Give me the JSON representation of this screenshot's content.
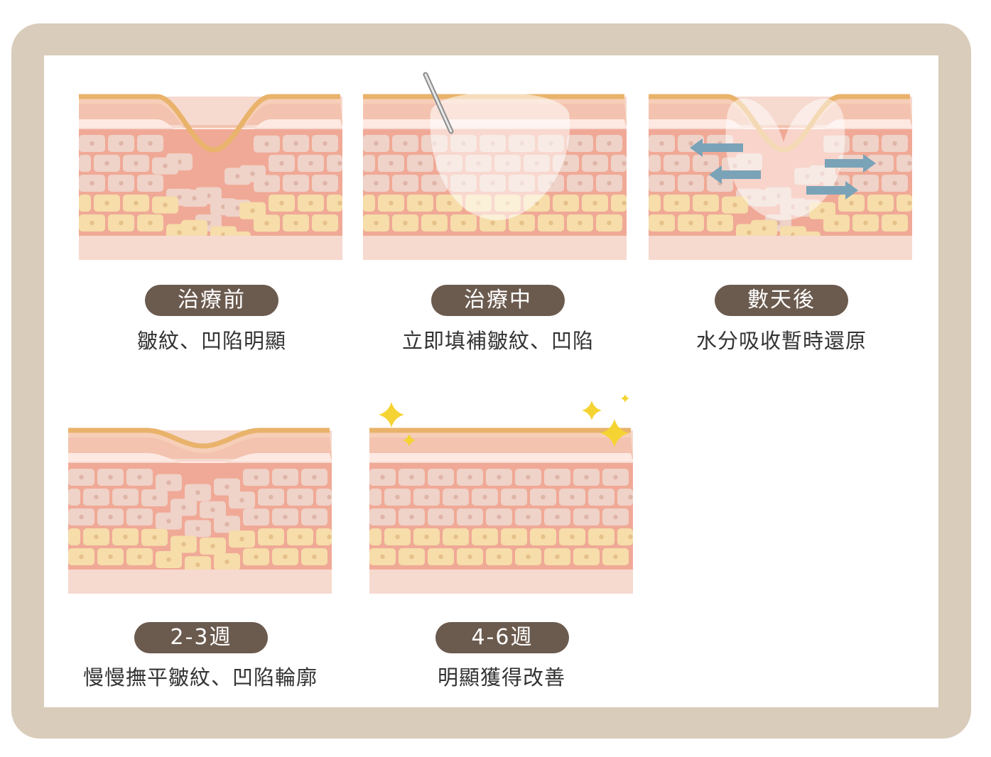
{
  "colors": {
    "frame": "#d9ccba",
    "pill": "#6b5a4e",
    "epidermis_top": "#e9b36b",
    "skin_pink": "#f2c9bc",
    "cell_pink": "#efd2c8",
    "cell_yellow": "#f6dda9",
    "arrow_blue": "#7aa3b8",
    "sparkle": "#f5d332"
  },
  "steps": [
    {
      "id": "before",
      "label": "治療前",
      "caption": "皺紋、凹陷明顯",
      "icon": "skin-wrinkle-deep-illustration"
    },
    {
      "id": "during",
      "label": "治療中",
      "caption": "立即填補皺紋、凹陷",
      "icon": "skin-filler-injection-illustration"
    },
    {
      "id": "days",
      "label": "數天後",
      "caption": "水分吸收暫時還原",
      "icon": "skin-water-absorption-illustration"
    },
    {
      "id": "weeks23",
      "label": "2-3週",
      "caption": "慢慢撫平皺紋、凹陷輪廓",
      "icon": "skin-wrinkle-shallow-illustration"
    },
    {
      "id": "weeks46",
      "label": "4-6週",
      "caption": "明顯獲得改善",
      "icon": "skin-smooth-sparkle-illustration"
    }
  ]
}
